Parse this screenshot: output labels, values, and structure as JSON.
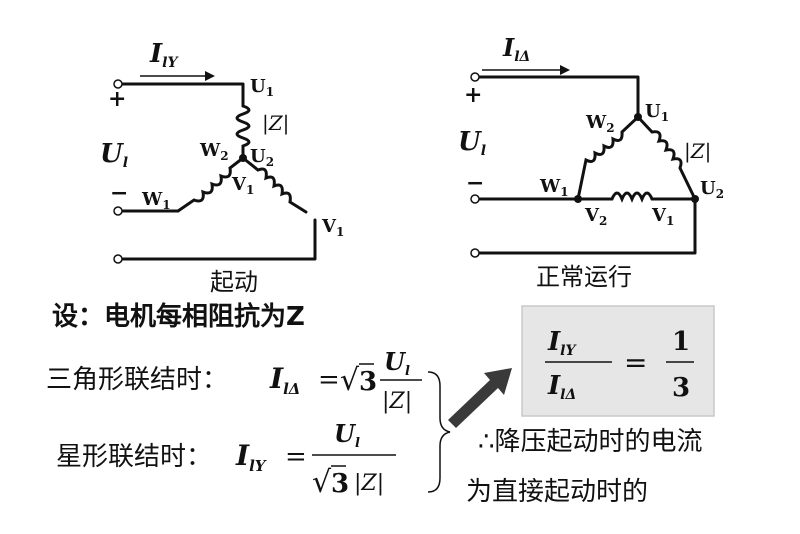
{
  "left_circuit": {
    "current_label": "I",
    "current_sub": "lY",
    "plus": "+",
    "minus": "−",
    "voltage_label": "U",
    "voltage_sub": "l",
    "u1": "U",
    "u1_sub": "1",
    "u2": "U",
    "u2_sub": "2",
    "w1": "W",
    "w1_sub": "1",
    "w2": "W",
    "w2_sub": "2",
    "v1a": "V",
    "v1a_sub": "1",
    "v1b": "V",
    "v1b_sub": "1",
    "impedance": "|Z|",
    "caption": "起动"
  },
  "right_circuit": {
    "current_label": "I",
    "current_sub": "lΔ",
    "plus": "+",
    "minus": "−",
    "voltage_label": "U",
    "voltage_sub": "l",
    "u1": "U",
    "u1_sub": "1",
    "u2": "U",
    "u2_sub": "2",
    "w1": "W",
    "w1_sub": "1",
    "w2": "W",
    "w2_sub": "2",
    "v1": "V",
    "v1_sub": "1",
    "v2": "V",
    "v2_sub": "2",
    "impedance": "|Z|",
    "caption": "正常运行"
  },
  "text": {
    "premise": "设：电机每相阻抗为Z",
    "delta_prefix": "三角形联结时：",
    "star_prefix": "星形联结时：",
    "conclusion_line1": "∴降压起动时的电流",
    "conclusion_line2": "为直接起动时的"
  },
  "formulas": {
    "delta": {
      "lhs": "I",
      "lhs_sub": "lΔ",
      "eq": "=",
      "sqrt": "√",
      "sqrt_arg": "3",
      "num": "U",
      "num_sub": "l",
      "den": "|Z|"
    },
    "star": {
      "lhs": "I",
      "lhs_sub": "lY",
      "eq": "=",
      "num": "U",
      "num_sub": "l",
      "sqrt": "√",
      "sqrt_arg": "3",
      "den": "|Z|"
    },
    "ratio": {
      "num": "I",
      "num_sub": "lY",
      "den": "I",
      "den_sub": "lΔ",
      "eq": "=",
      "val_num": "1",
      "val_den": "3"
    }
  },
  "colors": {
    "ink": "#111111",
    "box_fill": "#e6e6e6",
    "box_stroke": "#c8c8c8",
    "arrow": "#3a3a3a"
  }
}
